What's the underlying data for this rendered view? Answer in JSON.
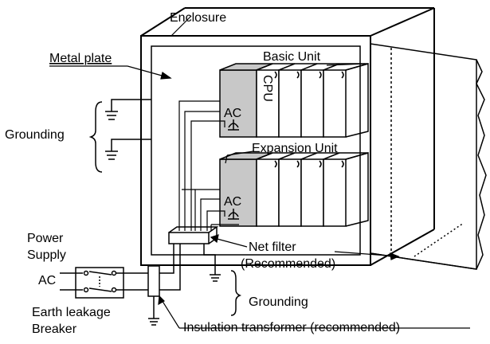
{
  "labels": {
    "enclosure": "Enclosure",
    "metal_plate": "Metal plate",
    "basic_unit": "Basic Unit",
    "cpu": "CPU",
    "ac_basic": "AC",
    "expansion_unit": "Expansion Unit",
    "ac_expansion": "AC",
    "grounding_left": "Grounding",
    "power_supply_line1": "Power",
    "power_supply_line2": "Supply",
    "power_ac": "AC",
    "net_filter": "Net filter",
    "recommended": "(Recommended)",
    "grounding_bottom": "Grounding",
    "earth_leakage_line1": "Earth leakage",
    "earth_leakage_line2": "Breaker",
    "insulation_transformer": "Insulation transformer (recommended)"
  },
  "colors": {
    "line": "#000000",
    "module_shade": "#c8c8c8",
    "background": "#ffffff"
  }
}
